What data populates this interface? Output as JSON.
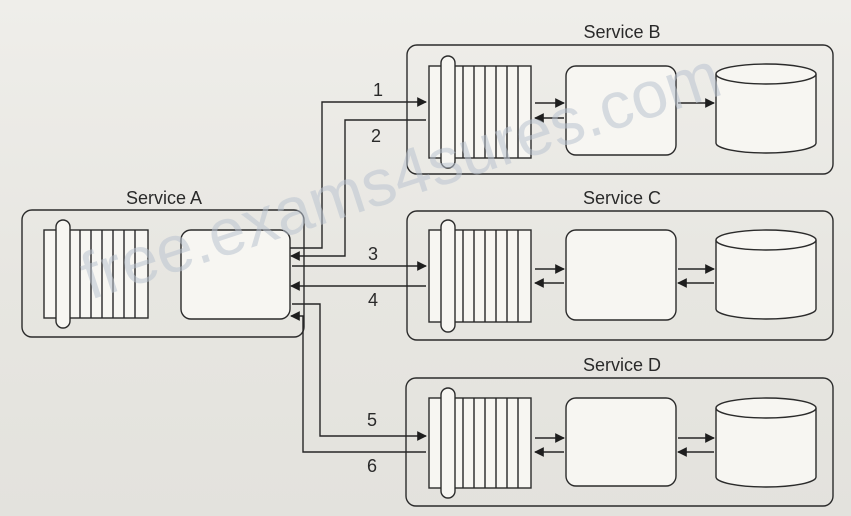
{
  "services": [
    {
      "id": "a",
      "title": "Service A"
    },
    {
      "id": "b",
      "title": "Service B"
    },
    {
      "id": "c",
      "title": "Service C"
    },
    {
      "id": "d",
      "title": "Service D"
    }
  ],
  "connections": [
    {
      "label": "1"
    },
    {
      "label": "2"
    },
    {
      "label": "3"
    },
    {
      "label": "4"
    },
    {
      "label": "5"
    },
    {
      "label": "6"
    }
  ],
  "watermark": "free.exams4sures.com"
}
